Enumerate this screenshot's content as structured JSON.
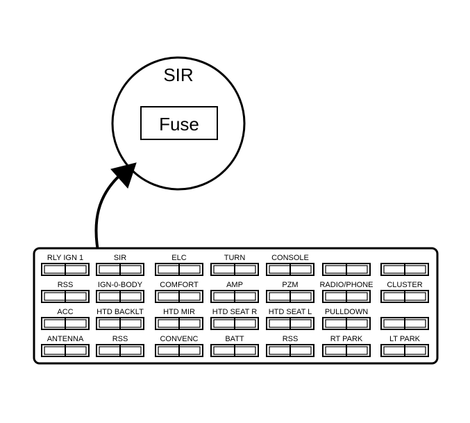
{
  "callout": {
    "title": "SIR",
    "fuse_label": "Fuse"
  },
  "fuse_block": {
    "rows": [
      [
        "RLY IGN 1",
        "SIR",
        "ELC",
        "TURN",
        "CONSOLE",
        "",
        ""
      ],
      [
        "RSS",
        "IGN-0-BODY",
        "COMFORT",
        "AMP",
        "PZM",
        "RADIO/PHONE",
        "CLUSTER"
      ],
      [
        "ACC",
        "HTD BACKLT",
        "HTD MIR",
        "HTD SEAT R",
        "HTD SEAT L",
        "PULLDOWN",
        ""
      ],
      [
        "ANTENNA",
        "RSS",
        "CONVENC",
        "BATT",
        "RSS",
        "RT PARK",
        "LT PARK"
      ]
    ]
  },
  "colors": {
    "line": "#000000",
    "background": "#ffffff"
  }
}
